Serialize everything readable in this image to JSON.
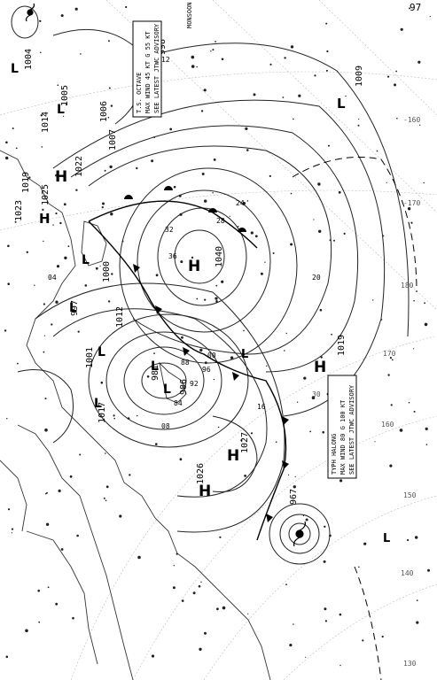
{
  "colors": {
    "background": "#ffffff",
    "ink": "#111111",
    "grid": "#bdbdbd",
    "isobar": "#222222"
  },
  "map": {
    "corner_labels": [
      "97",
      "MONSOON"
    ],
    "systems": [
      {
        "type": "H",
        "value": "1040"
      },
      {
        "type": "H",
        "value": "1027"
      },
      {
        "type": "H",
        "value": "1026"
      },
      {
        "type": "H",
        "value": "1019"
      },
      {
        "type": "H",
        "value": "1022"
      },
      {
        "type": "H",
        "value": "1023"
      },
      {
        "type": "L",
        "value": "1009"
      },
      {
        "type": "L",
        "value": "1000"
      },
      {
        "type": "L",
        "value": "997"
      },
      {
        "type": "L",
        "value": "1004"
      },
      {
        "type": "L",
        "value": "1005"
      },
      {
        "type": "L",
        "value": "1006"
      },
      {
        "type": "L",
        "value": "1007"
      },
      {
        "type": "L",
        "value": "1001"
      },
      {
        "type": "L",
        "value": "1017"
      },
      {
        "type": "L",
        "value": "1012"
      },
      {
        "type": "L",
        "value": "986"
      },
      {
        "type": "L",
        "value": "981"
      },
      {
        "type": "L",
        "value": "967"
      },
      {
        "type": "L",
        "value": "998"
      },
      {
        "type": "L",
        "value": "1014"
      },
      {
        "type": "L",
        "value": "1025"
      },
      {
        "type": "L",
        "value": "1019"
      }
    ],
    "isobar_labels": [
      "36",
      "32",
      "28",
      "24",
      "20",
      "16",
      "12",
      "08",
      "04",
      "00",
      "96",
      "92",
      "88",
      "84"
    ],
    "advisories": [
      {
        "name": "octave",
        "lines": [
          "T.S. OCTAVE",
          "MAX WIND 45 KT G 55 KT",
          "SEE LATEST JTWC ADVISORY"
        ]
      },
      {
        "name": "halong",
        "lines": [
          "TYPH HALONG",
          "MAX WIND 80 G 100 KT",
          "SEE LATEST JTWC ADVISORY"
        ]
      }
    ],
    "graticule_labels": [
      "170",
      "160",
      "150",
      "140",
      "130",
      "-170",
      "-160",
      "180",
      "30"
    ]
  }
}
